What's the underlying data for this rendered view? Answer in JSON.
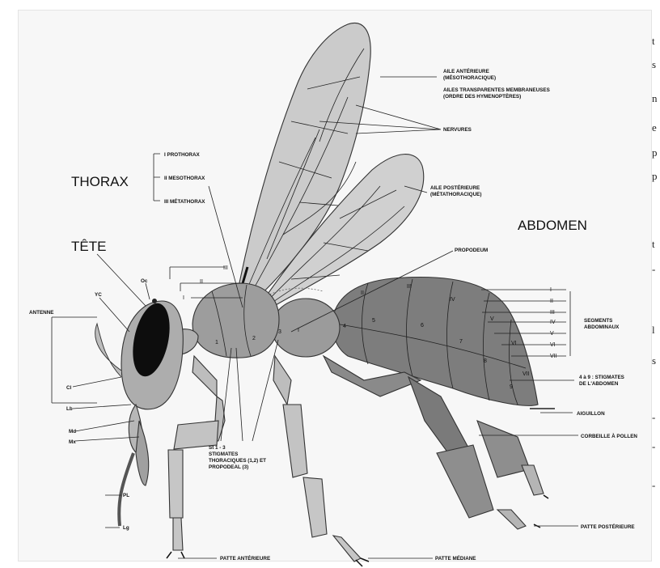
{
  "colors": {
    "paper": "#f7f7f7",
    "head_body": "#a9a9a9",
    "thorax": "#9a9a9a",
    "abdomen": "#7b7b7b",
    "wing": "#c9c9c9",
    "leg": "#bdbdbd",
    "eye": "#0d0d0d"
  },
  "regions": {
    "thorax": "THORAX",
    "tete": "TÊTE",
    "abdomen": "ABDOMEN"
  },
  "thorax_parts": [
    "I PROTHORAX",
    "II MESOTHORAX",
    "III MÉTATHORAX"
  ],
  "labels": {
    "aile_anterieure_1": "AILE ANTÉRIEURE",
    "aile_anterieure_2": "(MÉSOTHORACIQUE)",
    "ailes_transparentes_1": "AILES TRANSPARENTES MEMBRANEUSES",
    "ailes_transparentes_2": "(ORDRE DES HYMENOPTÈRES)",
    "nervures": "NERVURES",
    "aile_posterieure_1": "AILE POSTÉRIEURE",
    "aile_posterieure_2": "(MÉTATHORACIQUE)",
    "propodeum": "PROPODEUM",
    "segments_1": "SEGMENTS",
    "segments_2": "ABDOMINAUX",
    "stigmates_abdomen_1": "4 à 9 : STIGMATES",
    "stigmates_abdomen_2": "DE L'ABDOMEN",
    "aiguillon": "AIGUILLON",
    "corbeille": "CORBEILLE À POLLEN",
    "patte_posterieure": "PATTE POSTÉRIEURE",
    "patte_mediane": "PATTE MÉDIANE",
    "patte_anterieure": "PATTE ANTÉRIEURE",
    "st_1": "St 1 - 3",
    "st_2": "STIGMATES",
    "st_3": "THORACIQUES (1,2) ET",
    "st_4": "PROPODEAL (3)",
    "antenne": "ANTENNE",
    "yc": "YC",
    "oc": "Oc",
    "cl": "Cl",
    "lb": "Lb",
    "md": "Md",
    "mx": "Mx",
    "pl": "PL",
    "lg": "Lg"
  },
  "segment_numerals": [
    "I",
    "II",
    "III",
    "IV",
    "V",
    "VI",
    "VII"
  ],
  "body_numerals": {
    "thorax_i": "I",
    "thorax_ii": "II",
    "thorax_iii": "III",
    "abd_i": "I",
    "abd_ii": "II",
    "abd_iii": "III",
    "abd_iv": "IV",
    "abd_v": "V",
    "abd_vi": "VI",
    "abd_vii": "VII",
    "st1": "1",
    "st2": "2",
    "st3": "3",
    "s4": "4",
    "s5": "5",
    "s6": "6",
    "s7": "7",
    "s8": "8",
    "s9": "9"
  },
  "edge_text": [
    "t",
    "s",
    "n",
    "e",
    "p",
    "p",
    "t",
    "-",
    "l",
    "s",
    "-",
    "-",
    "-"
  ]
}
